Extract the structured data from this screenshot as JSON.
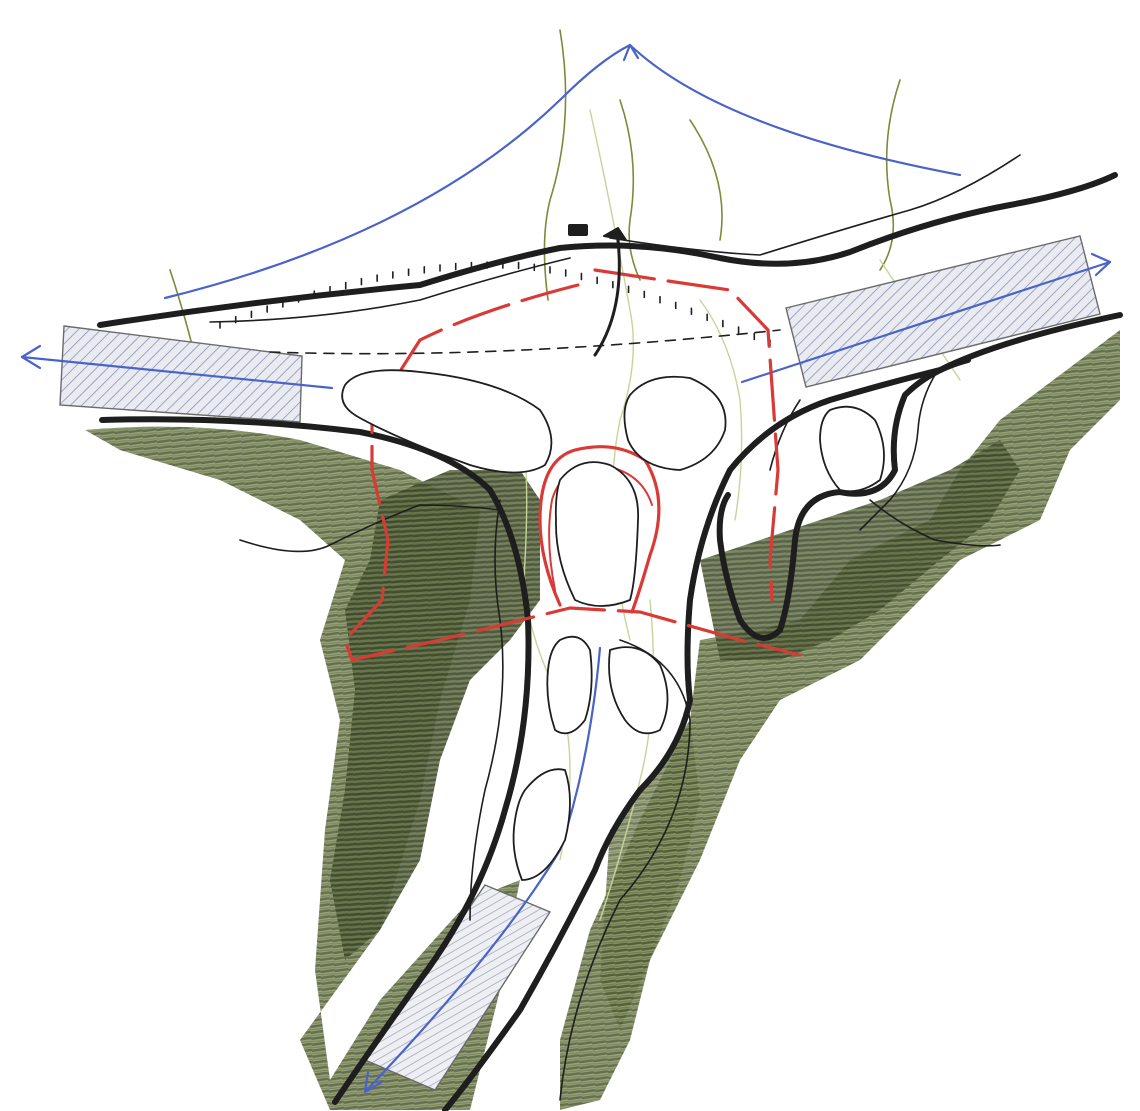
{
  "figure": {
    "kind": "hand-drawn interchange sketch",
    "colors": {
      "paper": "#ffffff",
      "ink": "#1e1e1e",
      "vegetation": "#6f7d4e",
      "vegetation_dark": "#4f5b36",
      "flow_arrows": "#4a63c9",
      "boundary": "#d93a36",
      "olive_lines": "#7c8a3a",
      "hatch": "#8a93b8"
    },
    "icons": [
      "arrow-head-left",
      "arrow-head-right",
      "arrow-head-down",
      "arrow-head-up"
    ]
  }
}
